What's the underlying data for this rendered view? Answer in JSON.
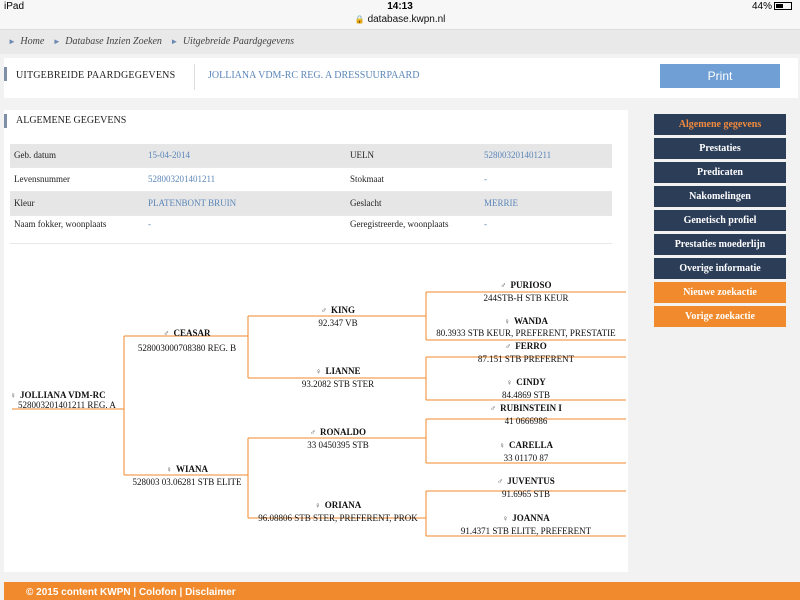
{
  "status": {
    "device": "iPad",
    "time": "14:13",
    "battery": "44%"
  },
  "url": "database.kwpn.nl",
  "breadcrumb": [
    "Home",
    "Database Inzien Zoeken",
    "Uitgebreide Paardgegevens"
  ],
  "header": {
    "title": "UITGEBREIDE PAARDGEGEVENS",
    "horse": "JOLLIANA VDM-RC REG. A DRESSUURPAARD",
    "print_label": "Print"
  },
  "section_title": "ALGEMENE GEGEVENS",
  "info_rows": [
    {
      "l1": "Geb. datum",
      "v1": "15-04-2014",
      "l2": "UELN",
      "v2": "528003201401211"
    },
    {
      "l1": "Levensnummer",
      "v1": "528003201401211",
      "l2": "Stokmaat",
      "v2": "-"
    },
    {
      "l1": "Kleur",
      "v1": "PLATENBONT BRUIN",
      "l2": "Geslacht",
      "v2": "MERRIE"
    },
    {
      "l1": "Naam fokker, woonplaats",
      "v1": "-",
      "l2": "Geregistreerde, woonplaats",
      "v2": "-"
    }
  ],
  "pedigree": {
    "root": {
      "name": "JOLLIANA VDM-RC",
      "sub": "528003201401211 REG. A",
      "sex": "♀"
    },
    "sire": {
      "name": "CEASAR",
      "sub": "528003000708380 REG. B",
      "sex": "♂"
    },
    "dam": {
      "name": "WIANA",
      "sub": "528003 03.06281 STB ELITE",
      "sex": "♀"
    },
    "ss": {
      "name": "KING",
      "sub": "92.347 VB",
      "sex": "♂"
    },
    "sd": {
      "name": "LIANNE",
      "sub": "93.2082 STB STER",
      "sex": "♀"
    },
    "ds": {
      "name": "RONALDO",
      "sub": "33 0450395 STB",
      "sex": "♂"
    },
    "dd": {
      "name": "ORIANA",
      "sub": "96.08806 STB STER, PREFERENT, PROK",
      "sex": "♀"
    },
    "sss": {
      "name": "PURIOSO",
      "sub": "244STB-H STB KEUR",
      "sex": "♂"
    },
    "ssd": {
      "name": "WANDA",
      "sub": "80.3933 STB KEUR, PREFERENT, PRESTATIE",
      "sex": "♀"
    },
    "sds": {
      "name": "FERRO",
      "sub": "87.151 STB PREFERENT",
      "sex": "♂"
    },
    "sdd": {
      "name": "CINDY",
      "sub": "84.4869 STB",
      "sex": "♀"
    },
    "dss": {
      "name": "RUBINSTEIN I",
      "sub": "41 0666986",
      "sex": "♂"
    },
    "dsd": {
      "name": "CARELLA",
      "sub": "33 01170 87",
      "sex": "♀"
    },
    "dds": {
      "name": "JUVENTUS",
      "sub": "91.6965 STB",
      "sex": "♂"
    },
    "ddd": {
      "name": "JOANNA",
      "sub": "91.4371 STB ELITE, PREFERENT",
      "sex": "♀"
    }
  },
  "sidebar": {
    "items": [
      "Algemene gegevens",
      "Prestaties",
      "Predicaten",
      "Nakomelingen",
      "Genetisch profiel",
      "Prestaties moederlijn",
      "Overige informatie"
    ],
    "actions": [
      "Nieuwe zoekactie",
      "Vorige zoekactie"
    ]
  },
  "footer": "© 2015 content KWPN  |  Colofon  |  Disclaimer",
  "colors": {
    "navy": "#2c3d58",
    "orange": "#f08a2c",
    "link": "#5b86b8",
    "line": "#f08a2c"
  }
}
